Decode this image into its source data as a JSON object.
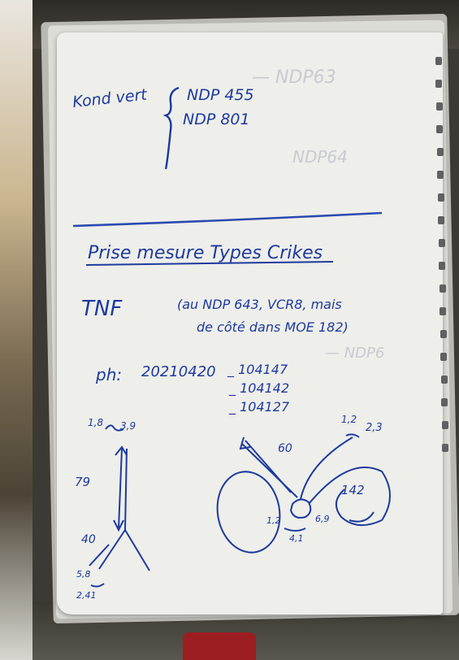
{
  "notebook": {
    "header": {
      "label": "Kond vert",
      "codes": [
        "NDP 455",
        "NDP 801"
      ]
    },
    "section_title": "Prise mesure Types Crikes",
    "tnf": {
      "label": "TNF",
      "note_line1": "(au NDP 643, VCR8, mais",
      "note_line2": "de côté dans MOE 182)"
    },
    "photos": {
      "label": "ph:",
      "date": "20210420",
      "ids": [
        "_ 104147",
        "_ 104142",
        "_ 104127"
      ]
    },
    "sketch_left": {
      "top_values": [
        "1,8",
        "3,9"
      ],
      "length_upper": "79",
      "length_lower": "40",
      "bottom_values": [
        "5,8",
        "2,41"
      ]
    },
    "sketch_right": {
      "top_values": [
        "1,2",
        "2,3"
      ],
      "arrow_length": "60",
      "loop_length": "142",
      "knot_values": [
        "1,2",
        "6,9",
        "4,1"
      ]
    }
  }
}
